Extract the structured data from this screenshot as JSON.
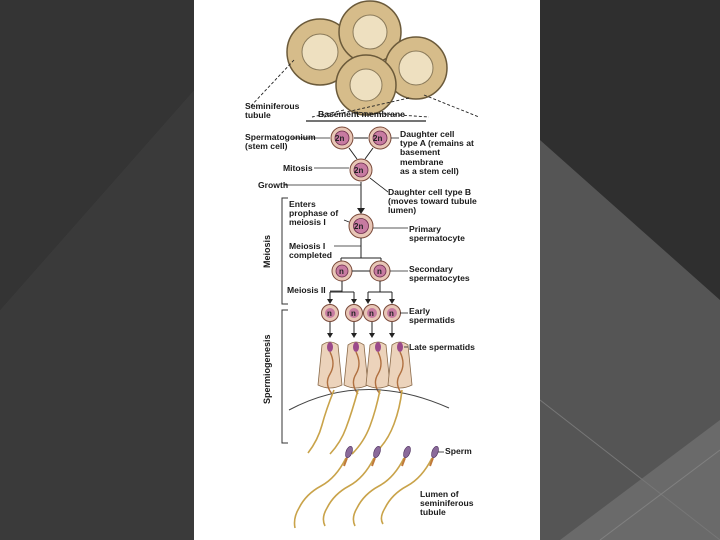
{
  "colors": {
    "background": "#2b2b2b",
    "panel": "#ffffff",
    "cell_fill": "#e8c6b6",
    "nucleus_fill": "#c77ba1",
    "tubule_fill": "#d8c08e",
    "flagellum": "#c9a34a"
  },
  "labels": {
    "seminiferous_tubule": "Seminiferous\ntubule",
    "basement_membrane": "Basement membrane",
    "spermatogonium": "Spermatogonium\n(stem cell)",
    "daughter_a": "Daughter cell\ntype A (remains at\nbasement\nmembrane\nas a stem cell)",
    "mitosis": "Mitosis",
    "growth": "Growth",
    "daughter_b": "Daughter cell type B\n(moves toward tubule\nlumen)",
    "enters_prophase": "Enters\nprophase of\nmeiosis I",
    "primary_spermatocyte": "Primary\nspermatocyte",
    "meiosis_completed": "Meiosis I\ncompleted",
    "secondary_spermatocytes": "Secondary\nspermatocytes",
    "meiosis_ii": "Meiosis II",
    "early_spermatids": "Early\nspermatids",
    "late_spermatids": "Late spermatids",
    "sperm": "Sperm",
    "lumen": "Lumen of\nseminiferous\ntubule",
    "meiosis_bracket": "Meiosis",
    "spermiogenesis_bracket": "Spermiogenesis"
  },
  "ploidy": {
    "diploid": "2n",
    "haploid": "n"
  }
}
